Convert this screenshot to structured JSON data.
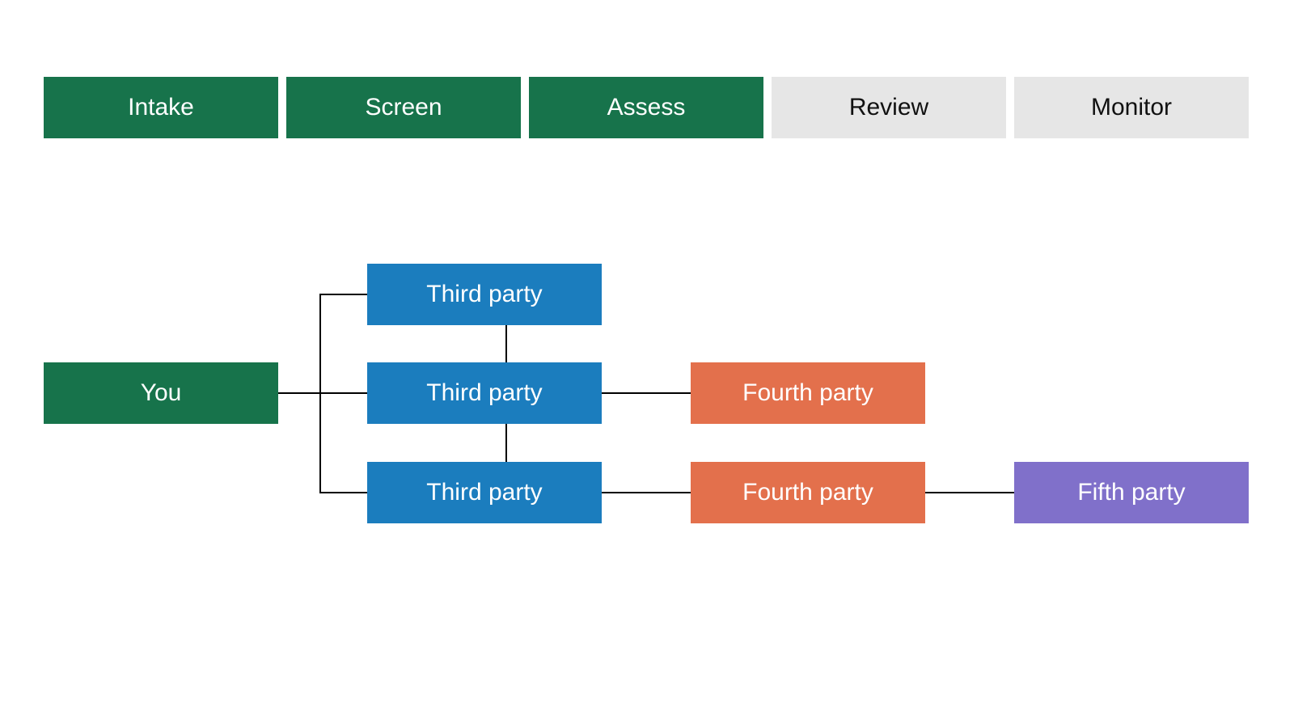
{
  "palette": {
    "bg": "#FFFFFF",
    "green": "#17734B",
    "blue": "#1B7DBE",
    "orange": "#E3704C",
    "purple": "#8070CA",
    "gray": "#E6E6E6",
    "line": "#000000",
    "text_light": "#FFFFFF",
    "text_dark": "#111111"
  },
  "stages": [
    {
      "label": "Intake",
      "state": "active"
    },
    {
      "label": "Screen",
      "state": "active"
    },
    {
      "label": "Assess",
      "state": "active"
    },
    {
      "label": "Review",
      "state": "inactive"
    },
    {
      "label": "Monitor",
      "state": "inactive"
    }
  ],
  "diagram": {
    "nodes": {
      "you": {
        "label": "You",
        "color": "#17734B"
      },
      "third_party_1": {
        "label": "Third party",
        "color": "#1B7DBE"
      },
      "third_party_2": {
        "label": "Third party",
        "color": "#1B7DBE"
      },
      "third_party_3": {
        "label": "Third party",
        "color": "#1B7DBE"
      },
      "fourth_party_1": {
        "label": "Fourth party",
        "color": "#E3704C"
      },
      "fourth_party_2": {
        "label": "Fourth party",
        "color": "#E3704C"
      },
      "fifth_party": {
        "label": "Fifth party",
        "color": "#8070CA"
      }
    },
    "edges": [
      {
        "from": "you",
        "to": "third_party_1"
      },
      {
        "from": "you",
        "to": "third_party_2"
      },
      {
        "from": "you",
        "to": "third_party_3"
      },
      {
        "from": "third_party_1",
        "to": "third_party_2"
      },
      {
        "from": "third_party_2",
        "to": "third_party_3"
      },
      {
        "from": "third_party_2",
        "to": "fourth_party_1"
      },
      {
        "from": "third_party_3",
        "to": "fourth_party_2"
      },
      {
        "from": "fourth_party_2",
        "to": "fifth_party"
      }
    ]
  }
}
